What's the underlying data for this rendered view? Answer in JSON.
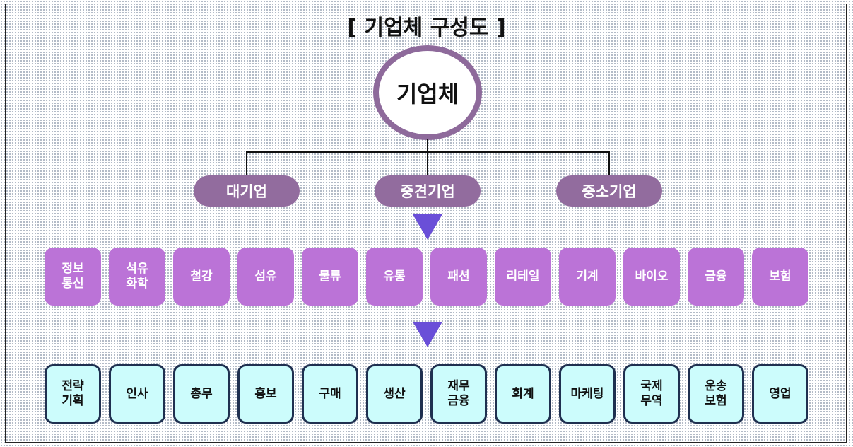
{
  "title": "[ 기업체 구성도 ]",
  "root": "기업체",
  "categories": [
    "대기업",
    "중견기업",
    "중소기업"
  ],
  "industries": [
    "정보\n통신",
    "석유\n화학",
    "철강",
    "섬유",
    "물류",
    "유통",
    "패션",
    "리테일",
    "기계",
    "바이오",
    "금융",
    "보험"
  ],
  "departments": [
    "전략\n기획",
    "인사",
    "총무",
    "홍보",
    "구매",
    "생산",
    "재무\n금융",
    "회계",
    "마케팅",
    "국제\n무역",
    "운송\n보험",
    "영업"
  ],
  "colors": {
    "root_border": "#8e6a9b",
    "category": "#926c9e",
    "industry": "#bb73d7",
    "department_fill": "#ccfcfc",
    "department_border": "#1f3050",
    "arrow": "#6a4fd8"
  }
}
